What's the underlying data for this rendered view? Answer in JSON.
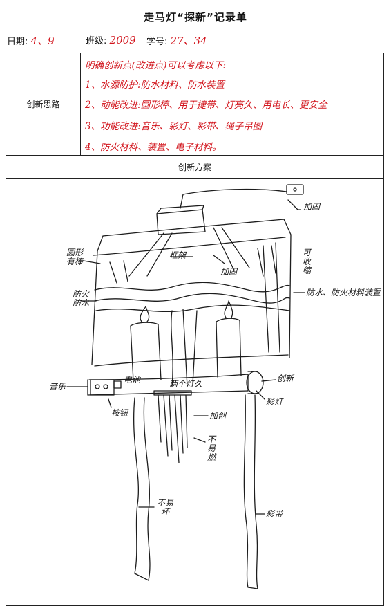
{
  "title": "走马灯“探新”记录单",
  "meta": {
    "date_label": "日期:",
    "date_value": "4、9",
    "class_label": "班级:",
    "class_value": "2009",
    "id_label": "学号:",
    "id_value": "27、34"
  },
  "innovation_ideas": {
    "label": "创新思路",
    "lines": [
      "明确创新点(改进点)可以考虑以下:",
      "1、水源防护:防水材料、防水装置",
      "2、动能改进:圆形棒、用于捷带、灯亮久、用电长、更安全",
      "3、功能改进:音乐、彩灯、彩带、绳子吊图",
      "4、防火材料、装置、电子材料。"
    ]
  },
  "plan": {
    "label": "创新方案"
  },
  "sketch_labels": {
    "jiagu_top": "加固",
    "round_rod": "圆形有棒",
    "frame": "框架",
    "jiagu_mid": "加固",
    "collapsible": "可收缩",
    "fire_water": "防火防水",
    "waterproof_device": "防水、防火材料装置",
    "music": "音乐",
    "battery": "电池",
    "lamp_long": "两个灯久",
    "innovation": "创新",
    "button": "按钮",
    "color_light": "彩灯",
    "add_innovation": "加创",
    "nonflammable": "不易燃",
    "not_broken": "不易坏",
    "ribbon": "彩带"
  }
}
